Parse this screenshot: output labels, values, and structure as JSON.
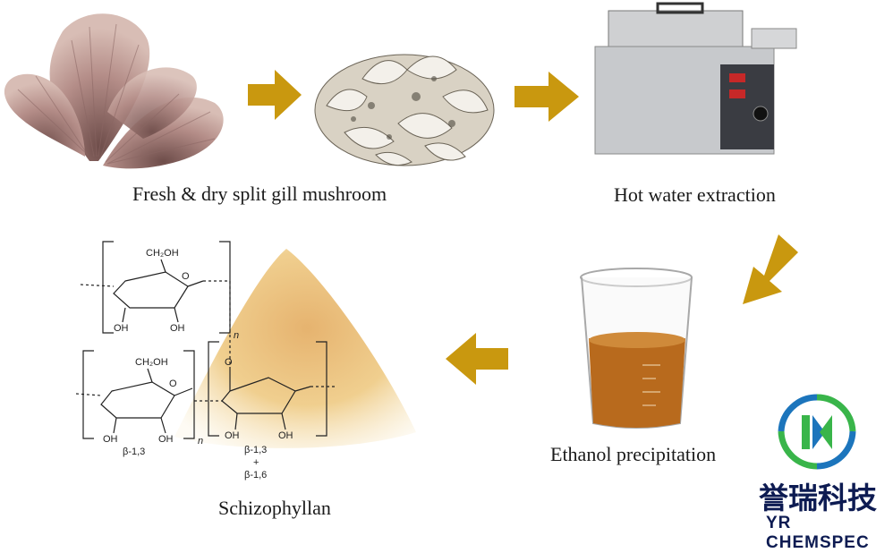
{
  "steps": {
    "mushroom_label": "Fresh & dry split gill mushroom",
    "extraction_label": "Hot water extraction",
    "precipitation_label": "Ethanol precipitation",
    "product_label": "Schizophyllan"
  },
  "chemistry": {
    "ch2oh_top": "CH₂OH",
    "ch2oh_bottom": "CH₂OH",
    "oh": "OH",
    "o": "O",
    "n": "n",
    "bond_b13": "β-1,3",
    "bond_b13_plus": "β-1,3",
    "plus": "+",
    "bond_b16": "β-1,6"
  },
  "brand": {
    "name_cn": "誉瑞科技",
    "name_en": "YR CHEMSPEC"
  },
  "colors": {
    "arrow": "#c9980f",
    "brand_navy": "#0d1b52",
    "brand_green": "#39b54a",
    "brand_blue": "#1c75bc"
  },
  "icons": [
    "arrow-right-icon",
    "arrow-down-left-icon",
    "arrow-left-icon"
  ]
}
